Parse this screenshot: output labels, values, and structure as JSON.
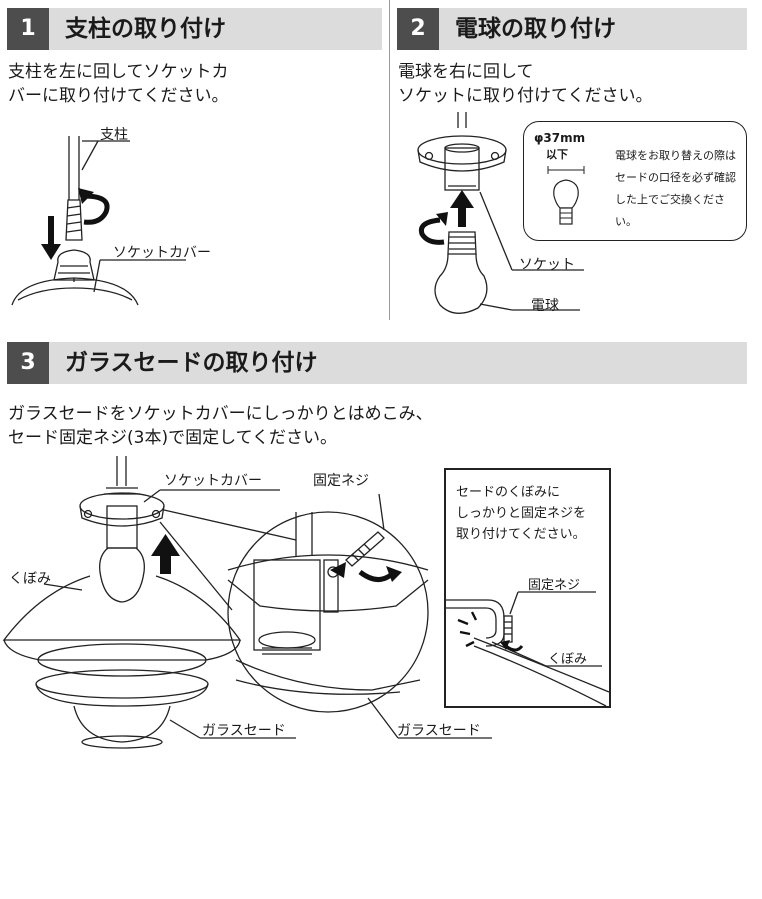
{
  "step1": {
    "number": "1",
    "title": "支柱の取り付け",
    "instruction_line1": "支柱を左に回してソケットカ",
    "instruction_line2": "バーに取り付けてください。",
    "label_pillar": "支柱",
    "label_socket_cover": "ソケットカバー"
  },
  "step2": {
    "number": "2",
    "title": "電球の取り付け",
    "instruction_line1": "電球を右に回して",
    "instruction_line2": "ソケットに取り付けてください。",
    "label_socket": "ソケット",
    "label_bulb": "電球",
    "note": {
      "spec_size": "φ37mm",
      "spec_suffix": "以下",
      "text": "電球をお取り替えの際はセードの口径を必ず確認した上でご交換ください。"
    }
  },
  "step3": {
    "number": "3",
    "title": "ガラスセードの取り付け",
    "instruction_line1": "ガラスセードをソケットカバーにしっかりとはめこみ、",
    "instruction_line2": "セード固定ネジ(3本)で固定してください。",
    "label_socket_cover": "ソケットカバー",
    "label_fixing_screw": "固定ネジ",
    "label_recess": "くぼみ",
    "label_glass_shade_left": "ガラスセード",
    "label_glass_shade_right": "ガラスセード",
    "inset": {
      "text_line1": "セードのくぼみに",
      "text_line2": "しっかりと固定ネジを",
      "text_line3": "取り付けてください。",
      "label_fixing_screw": "固定ネジ",
      "label_recess": "くぼみ"
    }
  }
}
